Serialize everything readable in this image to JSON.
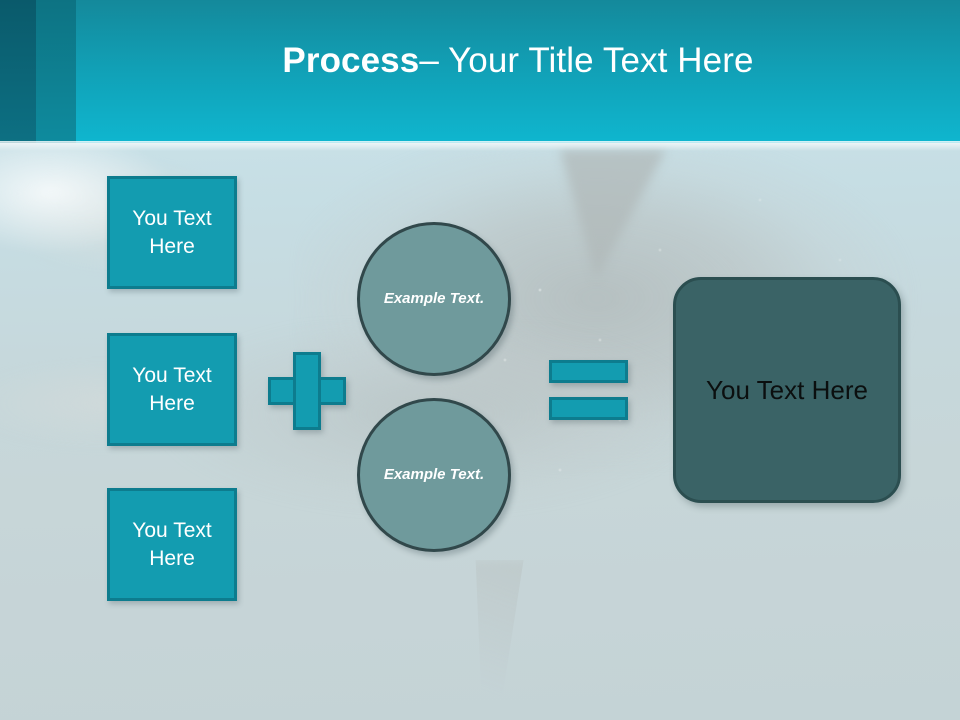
{
  "header": {
    "title_bold": "Process",
    "title_rest": " – Your Title Text Here"
  },
  "diagram": {
    "input_boxes": [
      {
        "label": "You Text Here"
      },
      {
        "label": "You Text Here"
      },
      {
        "label": "You Text Here"
      }
    ],
    "operators": {
      "plus": "plus-icon",
      "equals": "equals-icon"
    },
    "circles": [
      {
        "label": "Example Text."
      },
      {
        "label": "Example Text."
      }
    ],
    "result": {
      "label": "You Text Here"
    }
  },
  "colors": {
    "header_top": "#14899b",
    "header_bottom": "#0fb6cf",
    "header_band_dark": "#0d7083",
    "header_band_mid": "#0e8b9e",
    "box_fill": "#139cb0",
    "box_border": "#0d7c8e",
    "circle_fill": "#6f9a9c",
    "circle_border": "#31484b",
    "result_fill": "#3a6366",
    "result_border": "#2b4e50",
    "slide_background": "#c5d4d7",
    "title_text": "#ffffff",
    "box_text": "#ffffff",
    "result_text": "#0b0f0f"
  }
}
